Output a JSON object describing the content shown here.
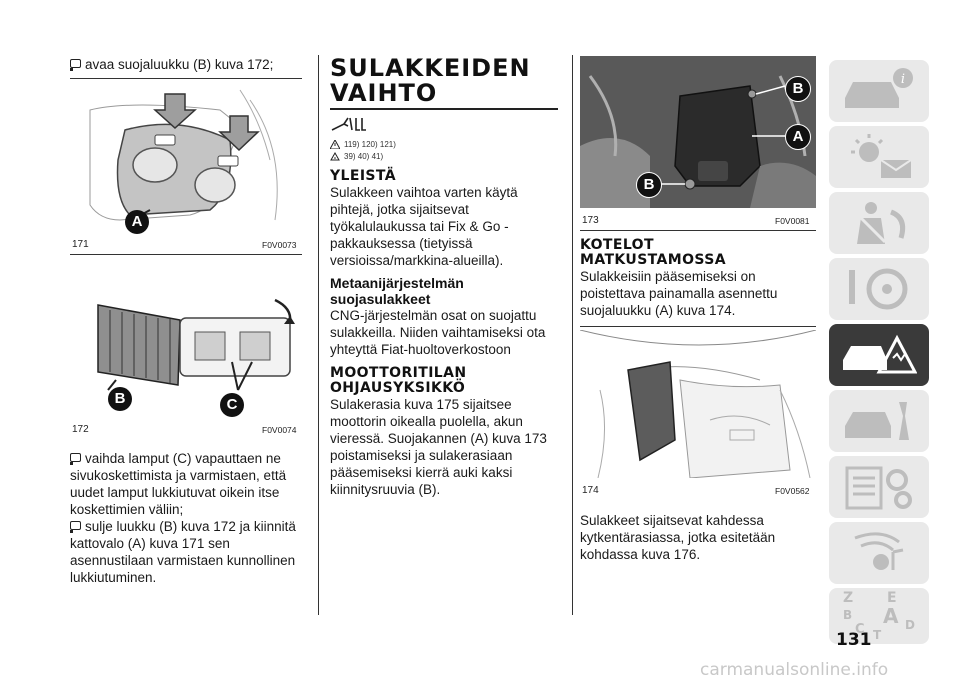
{
  "column1": {
    "intro_bullet": "avaa suojaluukku (B) kuva 172;",
    "fig171": {
      "number": "171",
      "code": "F0V0073",
      "label_a": "A"
    },
    "fig172": {
      "number": "172",
      "code": "F0V0074",
      "label_b": "B",
      "label_c": "C"
    },
    "bullets": [
      "vaihda lamput (C) vapauttaen ne sivukoskettimista ja varmistaen, että uudet lamput lukkiutuvat oikein itse koskettimien väliin;",
      "sulje luukku (B) kuva 172 ja kiinnitä kattovalo (A) kuva 171 sen asennustilaan varmistaen kunnollinen lukkiutuminen."
    ]
  },
  "column2": {
    "section_title_line1": "SULAKKEIDEN",
    "section_title_line2": "VAIHTO",
    "warning_refs_1": "119) 120) 121)",
    "warning_refs_2": "39) 40) 41)",
    "h_general": "YLEISTÄ",
    "p_general": "Sulakkeen vaihtoa varten käytä pihtejä, jotka sijaitsevat työkalulaukussa tai Fix & Go -pakkauksessa (tietyissä versioissa/markkina-alueilla).",
    "h_methane_line1": "Metaanijärjestelmän",
    "h_methane_line2": "suojasulakkeet",
    "p_methane": "CNG-järjestelmän osat on suojattu sulakkeilla. Niiden vaihtamiseksi ota yhteyttä Fiat-huoltoverkostoon",
    "h_engine_line1": "MOOTTORITILAN",
    "h_engine_line2": "OHJAUSYKSIKKÖ",
    "p_engine": "Sulakerasia kuva 175 sijaitsee moottorin oikealla puolella, akun vieressä. Suojakannen (A) kuva 173 poistamiseksi ja sulakerasiaan pääsemiseksi kierrä auki kaksi kiinnitysruuvia (B)."
  },
  "column3": {
    "fig173": {
      "number": "173",
      "code": "F0V0081",
      "label_a": "A",
      "label_b": "B",
      "label_b2": "B"
    },
    "h_cabin_line1": "KOTELOT",
    "h_cabin_line2": "MATKUSTAMOSSA",
    "p_cabin": "Sulakkeisiin pääsemiseksi on poistettava painamalla asennettu suojaluukku (A) kuva 174.",
    "fig174": {
      "number": "174",
      "code": "F0V0562"
    },
    "p_cabin2": "Sulakkeet sijaitsevat kahdessa kytkentärasiassa, jotka esitetään kohdassa kuva 176."
  },
  "side_tabs": {
    "items": [
      {
        "icon": "car-info-icon"
      },
      {
        "icon": "dashboard-lights-icon"
      },
      {
        "icon": "seatbelt-airbag-icon"
      },
      {
        "icon": "steering-wheel-icon"
      },
      {
        "icon": "emergency-warning-icon",
        "active": true
      },
      {
        "icon": "car-maintenance-icon"
      },
      {
        "icon": "technical-data-icon"
      },
      {
        "icon": "multimedia-icon"
      },
      {
        "icon": "index-icon"
      }
    ],
    "index_letters": [
      "Z",
      "E",
      "B",
      "A",
      "C",
      "D",
      "T"
    ]
  },
  "page_number": "131",
  "footer": "carmanualsonline.info",
  "colors": {
    "tab_bg": "#e9e9e9",
    "tab_active": "#3a3a3a",
    "icon": "#bdbdbd"
  }
}
